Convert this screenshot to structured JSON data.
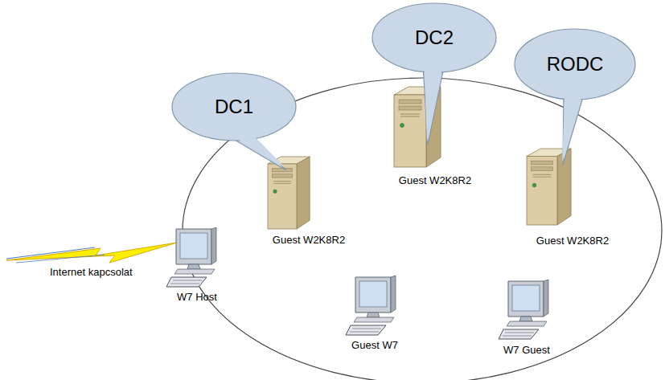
{
  "diagram": {
    "nodes": [
      {
        "text": [
          "DC1"
        ]
      },
      {
        "text": [
          "DC2"
        ]
      },
      {
        "text": [
          "RODC"
        ]
      }
    ],
    "labels": [
      "Internet kapcsolat",
      "Guest W2K8R2",
      "Guest W2K8R2",
      "Guest W2K8R2",
      "W7 Host",
      "Guest W7",
      "W7 Guest"
    ]
  }
}
